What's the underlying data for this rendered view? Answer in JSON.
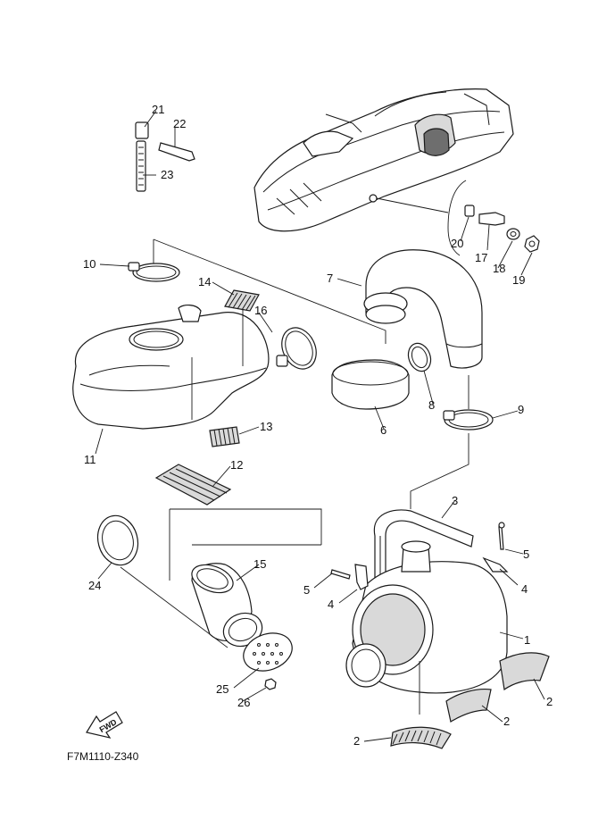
{
  "diagram_code": "F7M1110-Z340",
  "direction_label": "FWD",
  "parts": [
    {
      "id": "part-1",
      "label": "1"
    },
    {
      "id": "part-2a",
      "label": "2"
    },
    {
      "id": "part-2b",
      "label": "2"
    },
    {
      "id": "part-2c",
      "label": "2"
    },
    {
      "id": "part-3",
      "label": "3"
    },
    {
      "id": "part-4a",
      "label": "4"
    },
    {
      "id": "part-4b",
      "label": "4"
    },
    {
      "id": "part-5a",
      "label": "5"
    },
    {
      "id": "part-5b",
      "label": "5"
    },
    {
      "id": "part-6",
      "label": "6"
    },
    {
      "id": "part-7",
      "label": "7"
    },
    {
      "id": "part-8",
      "label": "8"
    },
    {
      "id": "part-9",
      "label": "9"
    },
    {
      "id": "part-10",
      "label": "10"
    },
    {
      "id": "part-11",
      "label": "11"
    },
    {
      "id": "part-12",
      "label": "12"
    },
    {
      "id": "part-13",
      "label": "13"
    },
    {
      "id": "part-14",
      "label": "14"
    },
    {
      "id": "part-15",
      "label": "15"
    },
    {
      "id": "part-16",
      "label": "16"
    },
    {
      "id": "part-17",
      "label": "17"
    },
    {
      "id": "part-18",
      "label": "18"
    },
    {
      "id": "part-19",
      "label": "19"
    },
    {
      "id": "part-20",
      "label": "20"
    },
    {
      "id": "part-21",
      "label": "21"
    },
    {
      "id": "part-22",
      "label": "22"
    },
    {
      "id": "part-23",
      "label": "23"
    },
    {
      "id": "part-24",
      "label": "24"
    },
    {
      "id": "part-25",
      "label": "25"
    },
    {
      "id": "part-26",
      "label": "26"
    }
  ]
}
